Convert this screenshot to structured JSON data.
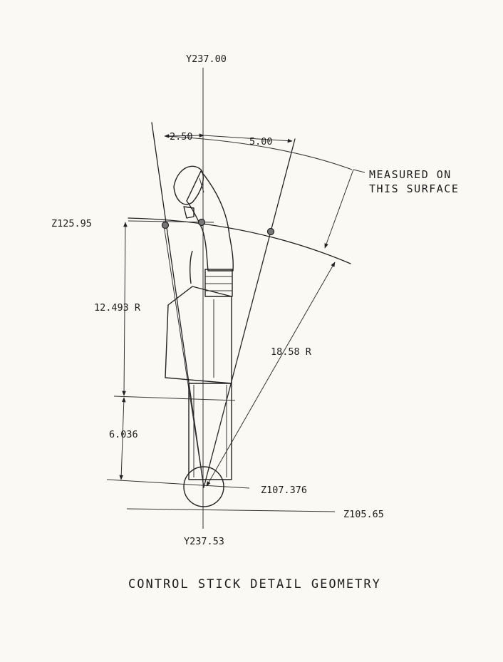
{
  "title": "CONTROL STICK DETAIL GEOMETRY",
  "labels": {
    "y_top": "Y237.00",
    "y_bottom": "Y237.53",
    "z_upper": "Z125.95",
    "z_pivot": "Z107.376",
    "z_base": "Z105.65",
    "dim_left_offset": "2.50",
    "dim_right_offset": "5.00",
    "dim_stick_radius": "12.493 R",
    "dim_lower": "6.036",
    "dim_sweep_radius": "18.58 R",
    "note_line1": "MEASURED ON",
    "note_line2": "THIS SURFACE"
  }
}
